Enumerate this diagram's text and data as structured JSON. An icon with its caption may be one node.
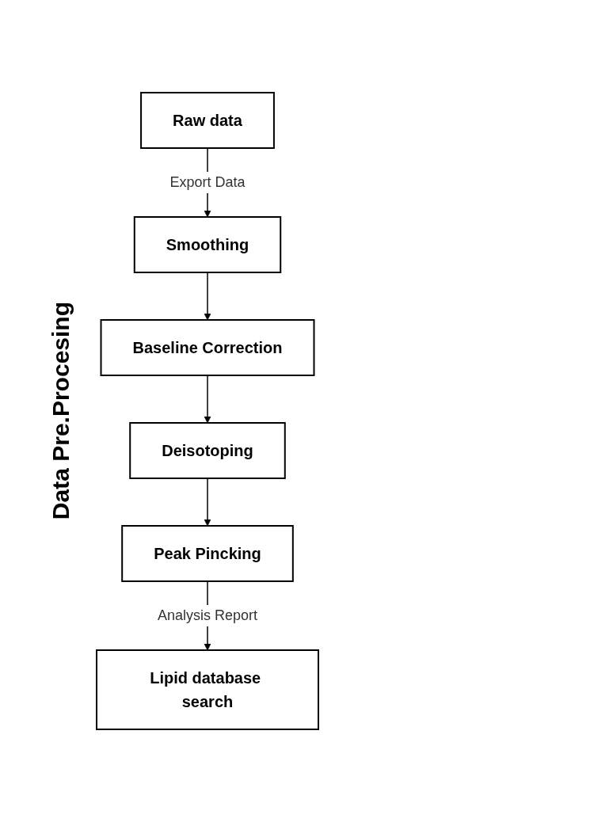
{
  "diagram": {
    "nodes": [
      {
        "text": [
          "Raw data"
        ]
      },
      {
        "text": [
          "Smoothing"
        ]
      },
      {
        "text": [
          "Baseline Correction"
        ]
      },
      {
        "text": [
          "Deisotoping"
        ]
      },
      {
        "text": [
          "Peak Pincking"
        ]
      },
      {
        "text": [
          "Lipid database search"
        ]
      }
    ],
    "edges": [
      {
        "from": 0,
        "to": 1,
        "arrow": "to",
        "label": "Export Data"
      },
      {
        "from": 1,
        "to": 2,
        "arrow": "to"
      },
      {
        "from": 2,
        "to": 3,
        "arrow": "to"
      },
      {
        "from": 3,
        "to": 4,
        "arrow": "to"
      },
      {
        "from": 4,
        "to": 5,
        "arrow": "to",
        "label": "Analysis Report"
      }
    ],
    "labels": [
      "Data Pre.Procesing"
    ]
  }
}
